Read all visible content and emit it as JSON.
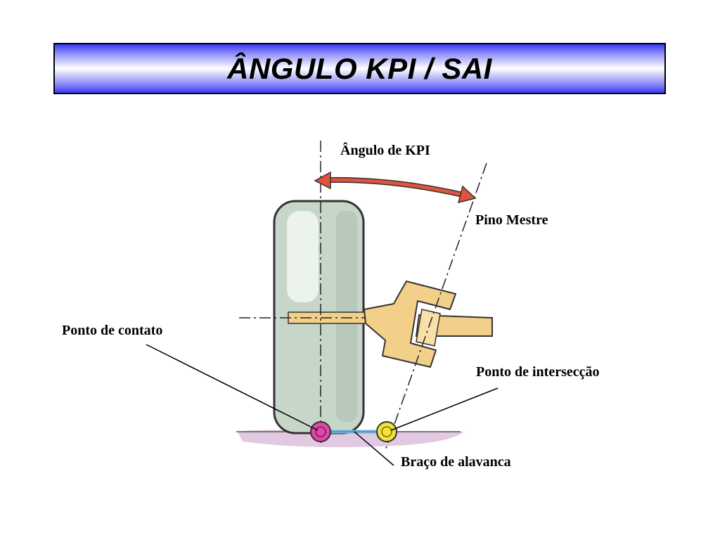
{
  "title": "ÂNGULO KPI / SAI",
  "labels": {
    "kpi_angle": "Ângulo de KPI",
    "king_pin": "Pino Mestre",
    "contact_point": "Ponto de contato",
    "intersection_point": "Ponto de intersecção",
    "lever_arm": "Braço de alavanca"
  },
  "colors": {
    "title_gradient_edge": "#3a3af5",
    "tire": "#c9d7cc",
    "knuckle": "#f3d089",
    "arrow": "#e0533c",
    "contact_marker": "#e048a8",
    "intersection_marker": "#f2e23a",
    "ground": "#d9b8d9"
  }
}
